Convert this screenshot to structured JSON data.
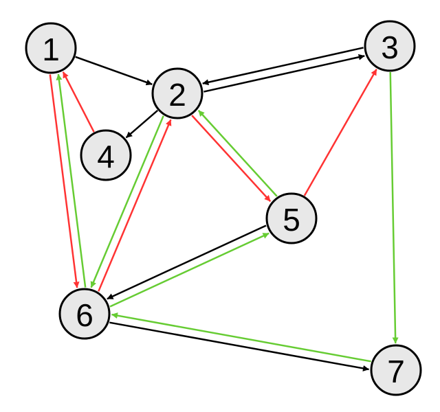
{
  "colors": {
    "black": "#000000",
    "red": "#ff3333",
    "green": "#66cc33",
    "node_fill": "#e8e8e8"
  },
  "nodes": [
    {
      "id": "1",
      "label": "1"
    },
    {
      "id": "2",
      "label": "2"
    },
    {
      "id": "3",
      "label": "3"
    },
    {
      "id": "4",
      "label": "4"
    },
    {
      "id": "5",
      "label": "5"
    },
    {
      "id": "6",
      "label": "6"
    },
    {
      "id": "7",
      "label": "7"
    }
  ],
  "edges": [
    {
      "from": "1",
      "to": "2",
      "color": "black"
    },
    {
      "from": "3",
      "to": "2",
      "color": "black"
    },
    {
      "from": "2",
      "to": "3",
      "color": "black"
    },
    {
      "from": "2",
      "to": "4",
      "color": "black"
    },
    {
      "from": "5",
      "to": "6",
      "color": "black"
    },
    {
      "from": "6",
      "to": "7",
      "color": "black"
    },
    {
      "from": "4",
      "to": "1",
      "color": "red"
    },
    {
      "from": "1",
      "to": "6",
      "color": "red"
    },
    {
      "from": "6",
      "to": "2",
      "color": "red"
    },
    {
      "from": "2",
      "to": "5",
      "color": "red"
    },
    {
      "from": "5",
      "to": "3",
      "color": "red"
    },
    {
      "from": "6",
      "to": "1",
      "color": "green"
    },
    {
      "from": "2",
      "to": "6",
      "color": "green"
    },
    {
      "from": "5",
      "to": "2",
      "color": "green"
    },
    {
      "from": "6",
      "to": "5",
      "color": "green"
    },
    {
      "from": "3",
      "to": "7",
      "color": "green"
    },
    {
      "from": "7",
      "to": "6",
      "color": "green"
    }
  ]
}
